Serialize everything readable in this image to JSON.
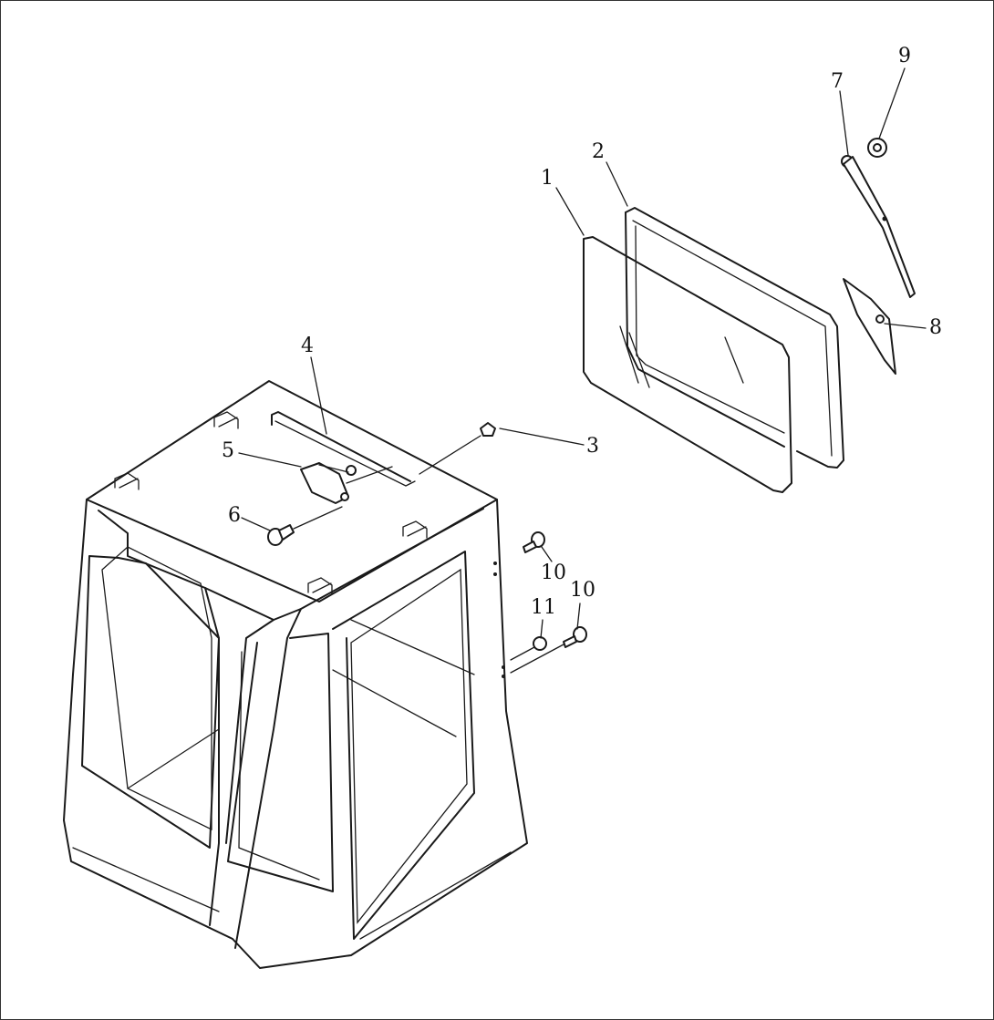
{
  "callouts": {
    "c1": "1",
    "c2": "2",
    "c3": "3",
    "c4": "4",
    "c5": "5",
    "c6": "6",
    "c7": "7",
    "c8": "8",
    "c9": "9",
    "c10a": "10",
    "c10b": "10",
    "c11": "11"
  }
}
